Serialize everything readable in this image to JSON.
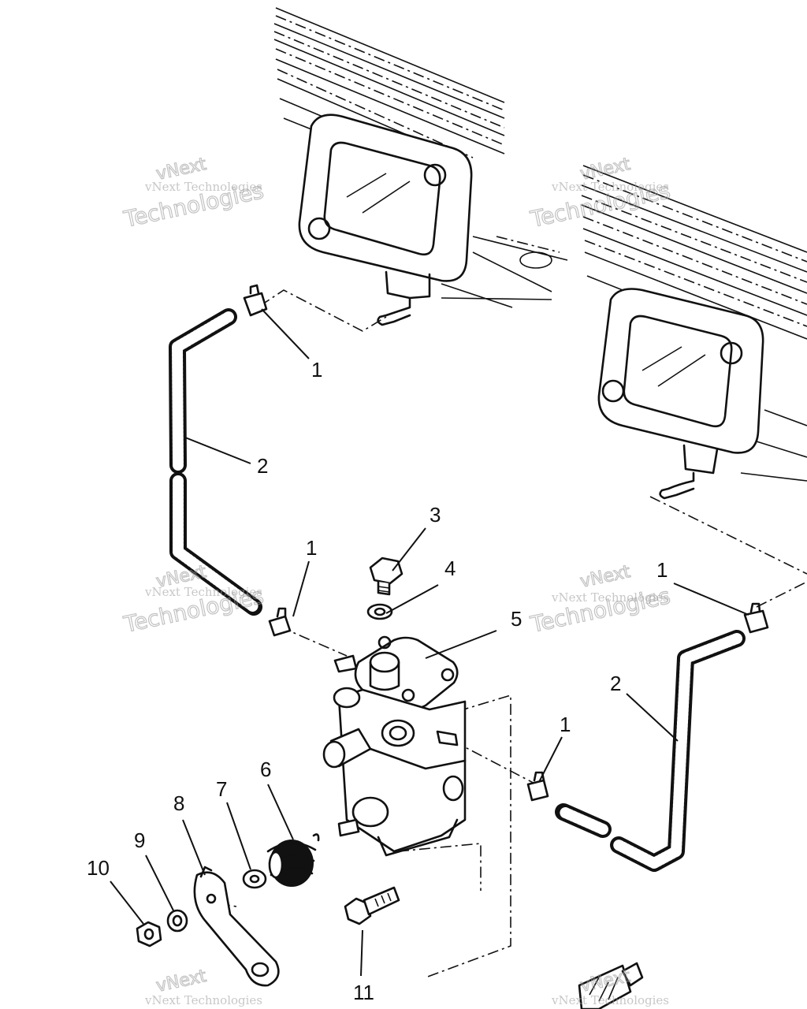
{
  "callouts": {
    "c1a": "1",
    "c2a": "2",
    "c1b": "1",
    "c3": "3",
    "c4": "4",
    "c5": "5",
    "c1c": "1",
    "c2b": "2",
    "c1d": "1",
    "c6": "6",
    "c7": "7",
    "c8": "8",
    "c9": "9",
    "c10": "10",
    "c11": "11"
  },
  "watermark": {
    "line_small": "vNext Technologies",
    "line_vnext": "vNext",
    "line_tech": "Technologies"
  }
}
